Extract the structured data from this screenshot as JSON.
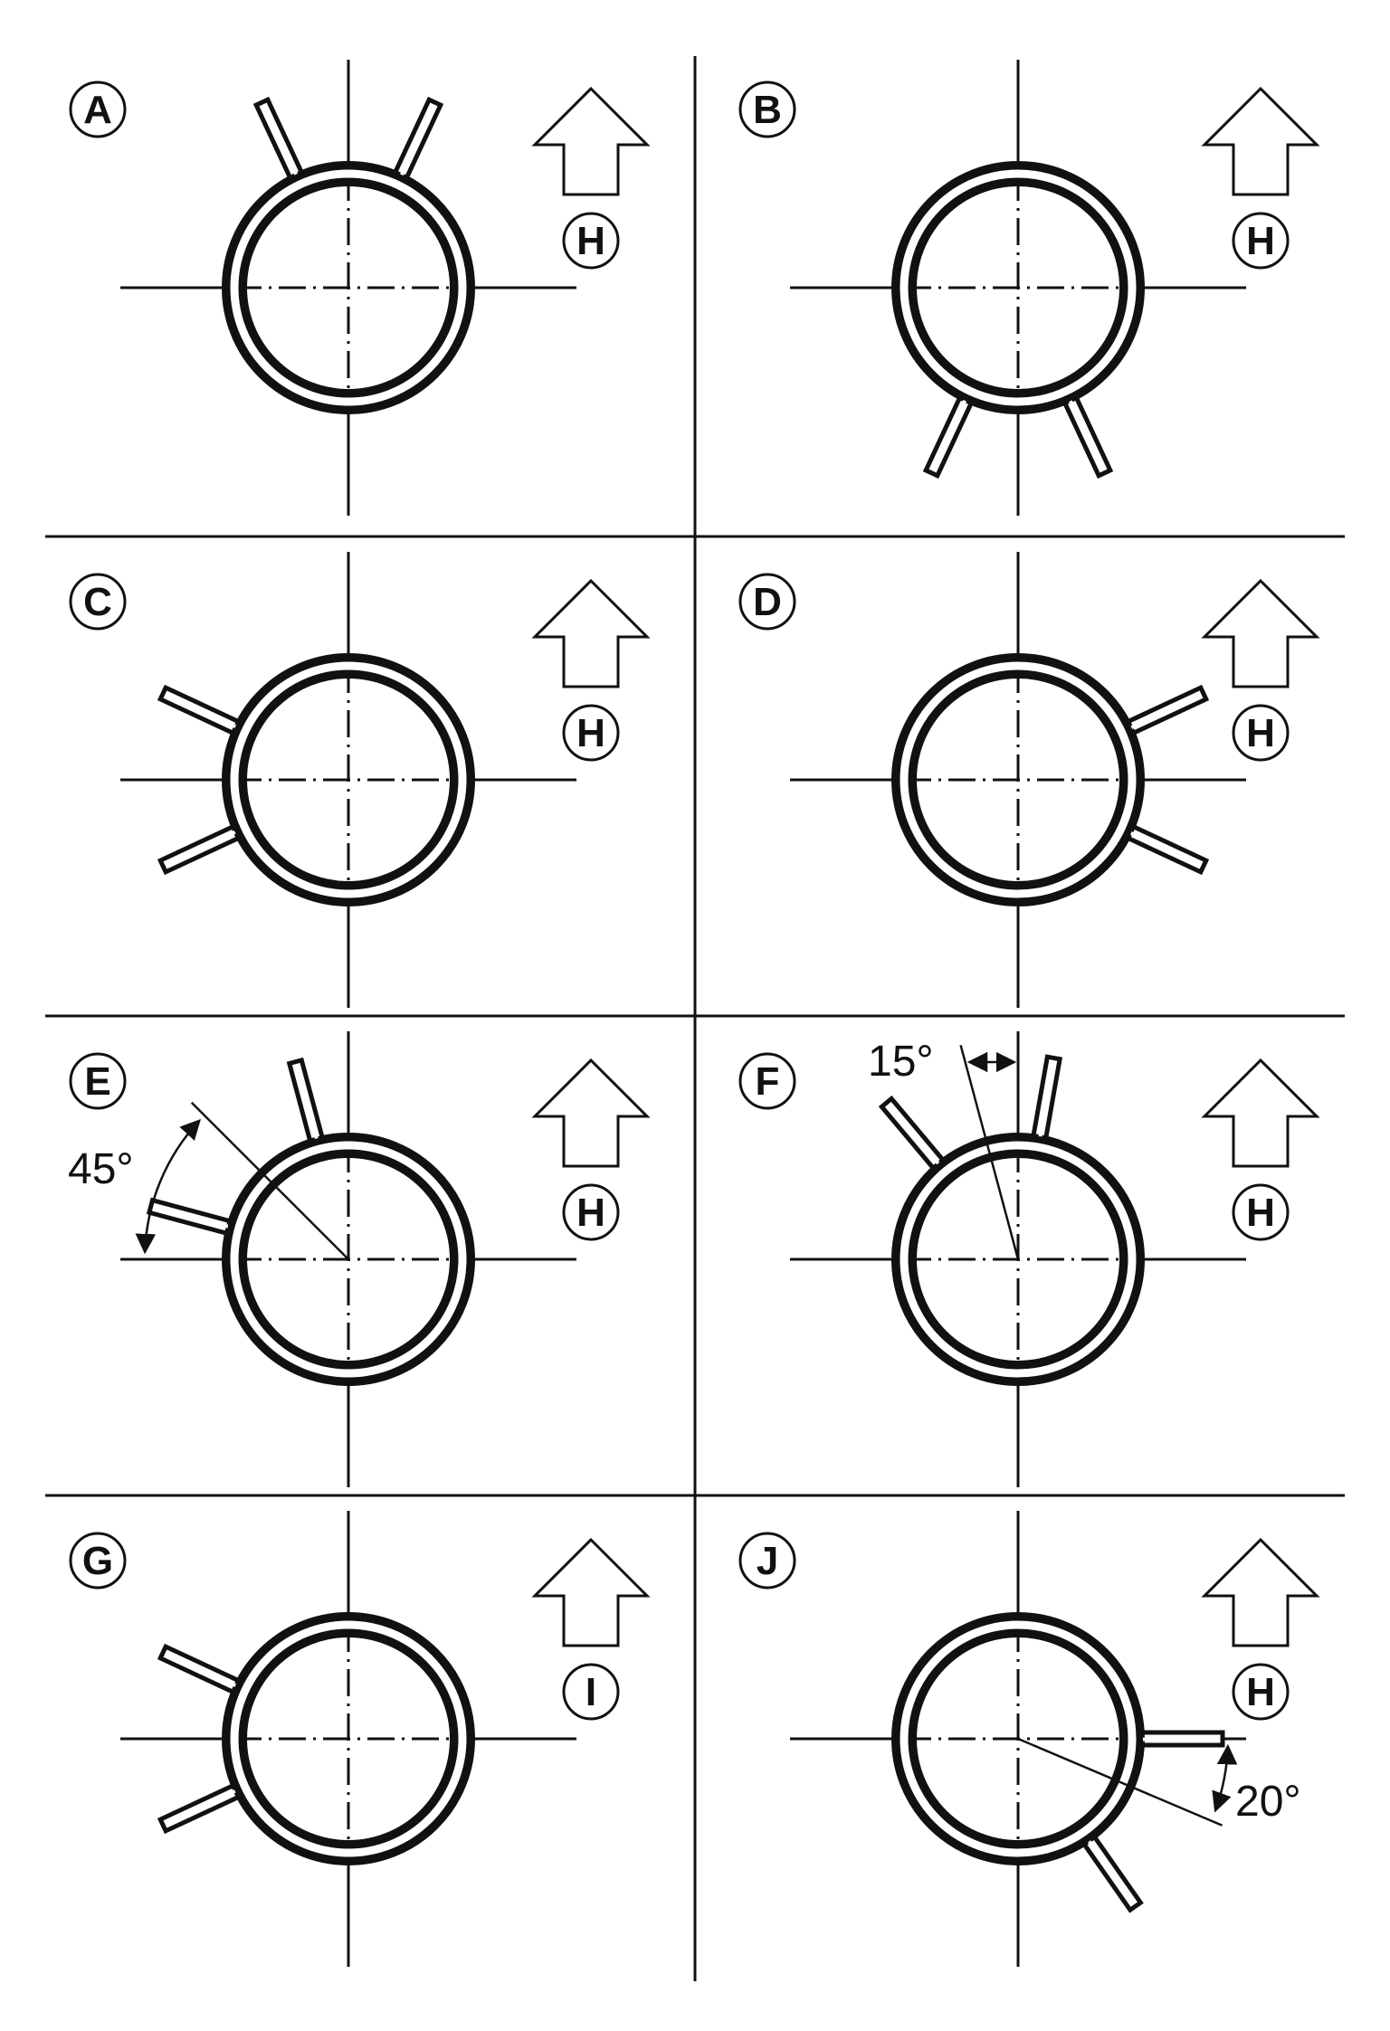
{
  "colors": {
    "ink": "#111111",
    "paper": "#ffffff"
  },
  "panels": [
    {
      "label": "A",
      "direction_label": "H"
    },
    {
      "label": "B",
      "direction_label": "H"
    },
    {
      "label": "C",
      "direction_label": "H"
    },
    {
      "label": "D",
      "direction_label": "H"
    },
    {
      "label": "E",
      "direction_label": "H",
      "angle_label": "45°"
    },
    {
      "label": "F",
      "direction_label": "H",
      "angle_label": "15°"
    },
    {
      "label": "G",
      "direction_label": "I"
    },
    {
      "label": "J",
      "direction_label": "H",
      "angle_label": "20°"
    }
  ]
}
